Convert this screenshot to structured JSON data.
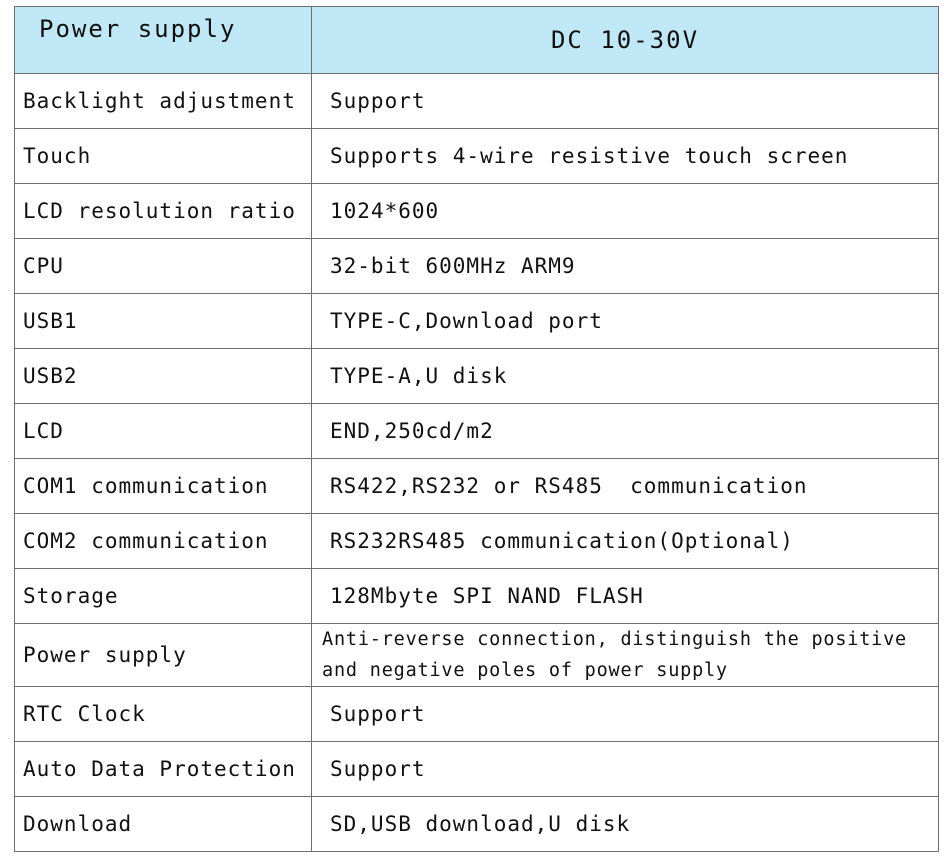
{
  "header": {
    "label": "Power supply",
    "value": "DC 10-30V"
  },
  "rows": [
    {
      "label": "Backlight adjustment",
      "value": "Support"
    },
    {
      "label": "Touch",
      "value": "Supports 4-wire resistive touch screen"
    },
    {
      "label": "LCD resolution ratio",
      "value": "1024*600"
    },
    {
      "label": "CPU",
      "value": "32-bit 600MHz ARM9"
    },
    {
      "label": "USB1",
      "value": "TYPE-C,Download port"
    },
    {
      "label": "USB2",
      "value": "TYPE-A,U disk"
    },
    {
      "label": "LCD",
      "value": "END,250cd/m2"
    },
    {
      "label": "COM1 communication",
      "value": "RS422,RS232 or RS485  communication"
    },
    {
      "label": "COM2 communication",
      "value": "RS232RS485 communication(Optional)"
    },
    {
      "label": "Storage",
      "value": "128Mbyte SPI NAND FLASH"
    },
    {
      "label": "Power supply",
      "value": "Anti-reverse connection, distinguish the positive and negative poles of power supply"
    },
    {
      "label": "RTC Clock",
      "value": "Support"
    },
    {
      "label": "Auto Data Protection",
      "value": "Support"
    },
    {
      "label": "Download",
      "value": "SD,USB download,U disk"
    }
  ]
}
